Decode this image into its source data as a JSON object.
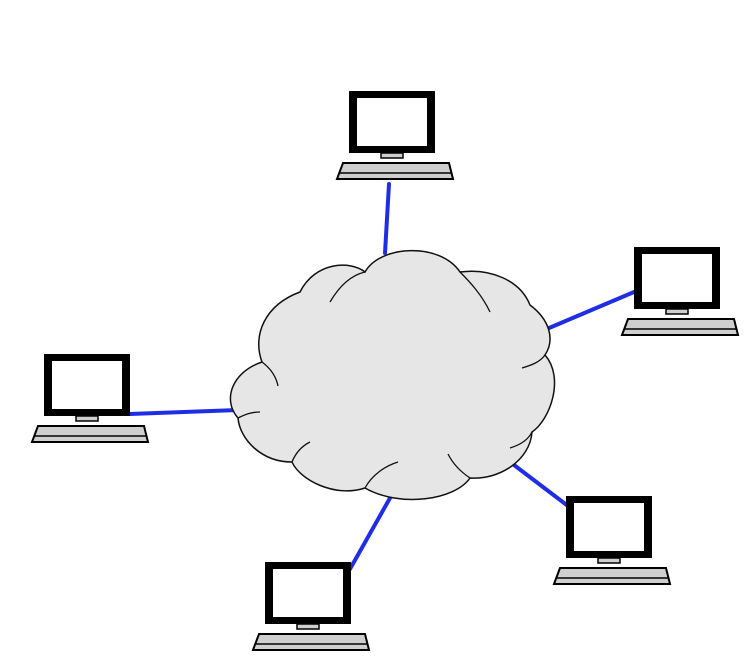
{
  "diagram": {
    "type": "star-network",
    "hub": {
      "icon": "cloud-icon",
      "label": ""
    },
    "nodes": [
      {
        "id": "computer-top",
        "icon": "computer-icon",
        "label": ""
      },
      {
        "id": "computer-right",
        "icon": "computer-icon",
        "label": ""
      },
      {
        "id": "computer-bottom-right",
        "icon": "computer-icon",
        "label": ""
      },
      {
        "id": "computer-bottom",
        "icon": "computer-icon",
        "label": ""
      },
      {
        "id": "computer-left",
        "icon": "computer-icon",
        "label": ""
      }
    ],
    "links": [
      {
        "from": "cloud",
        "to": "computer-top"
      },
      {
        "from": "cloud",
        "to": "computer-right"
      },
      {
        "from": "cloud",
        "to": "computer-bottom-right"
      },
      {
        "from": "cloud",
        "to": "computer-bottom"
      },
      {
        "from": "cloud",
        "to": "computer-left"
      }
    ],
    "colors": {
      "background": "#ffffff",
      "link": "#1f2ee6",
      "cloud_fill": "#e6e6e6",
      "cloud_stroke": "#111111",
      "computer_outline": "#000000",
      "computer_face": "#ffffff",
      "computer_base": "#cfcfcf"
    }
  }
}
